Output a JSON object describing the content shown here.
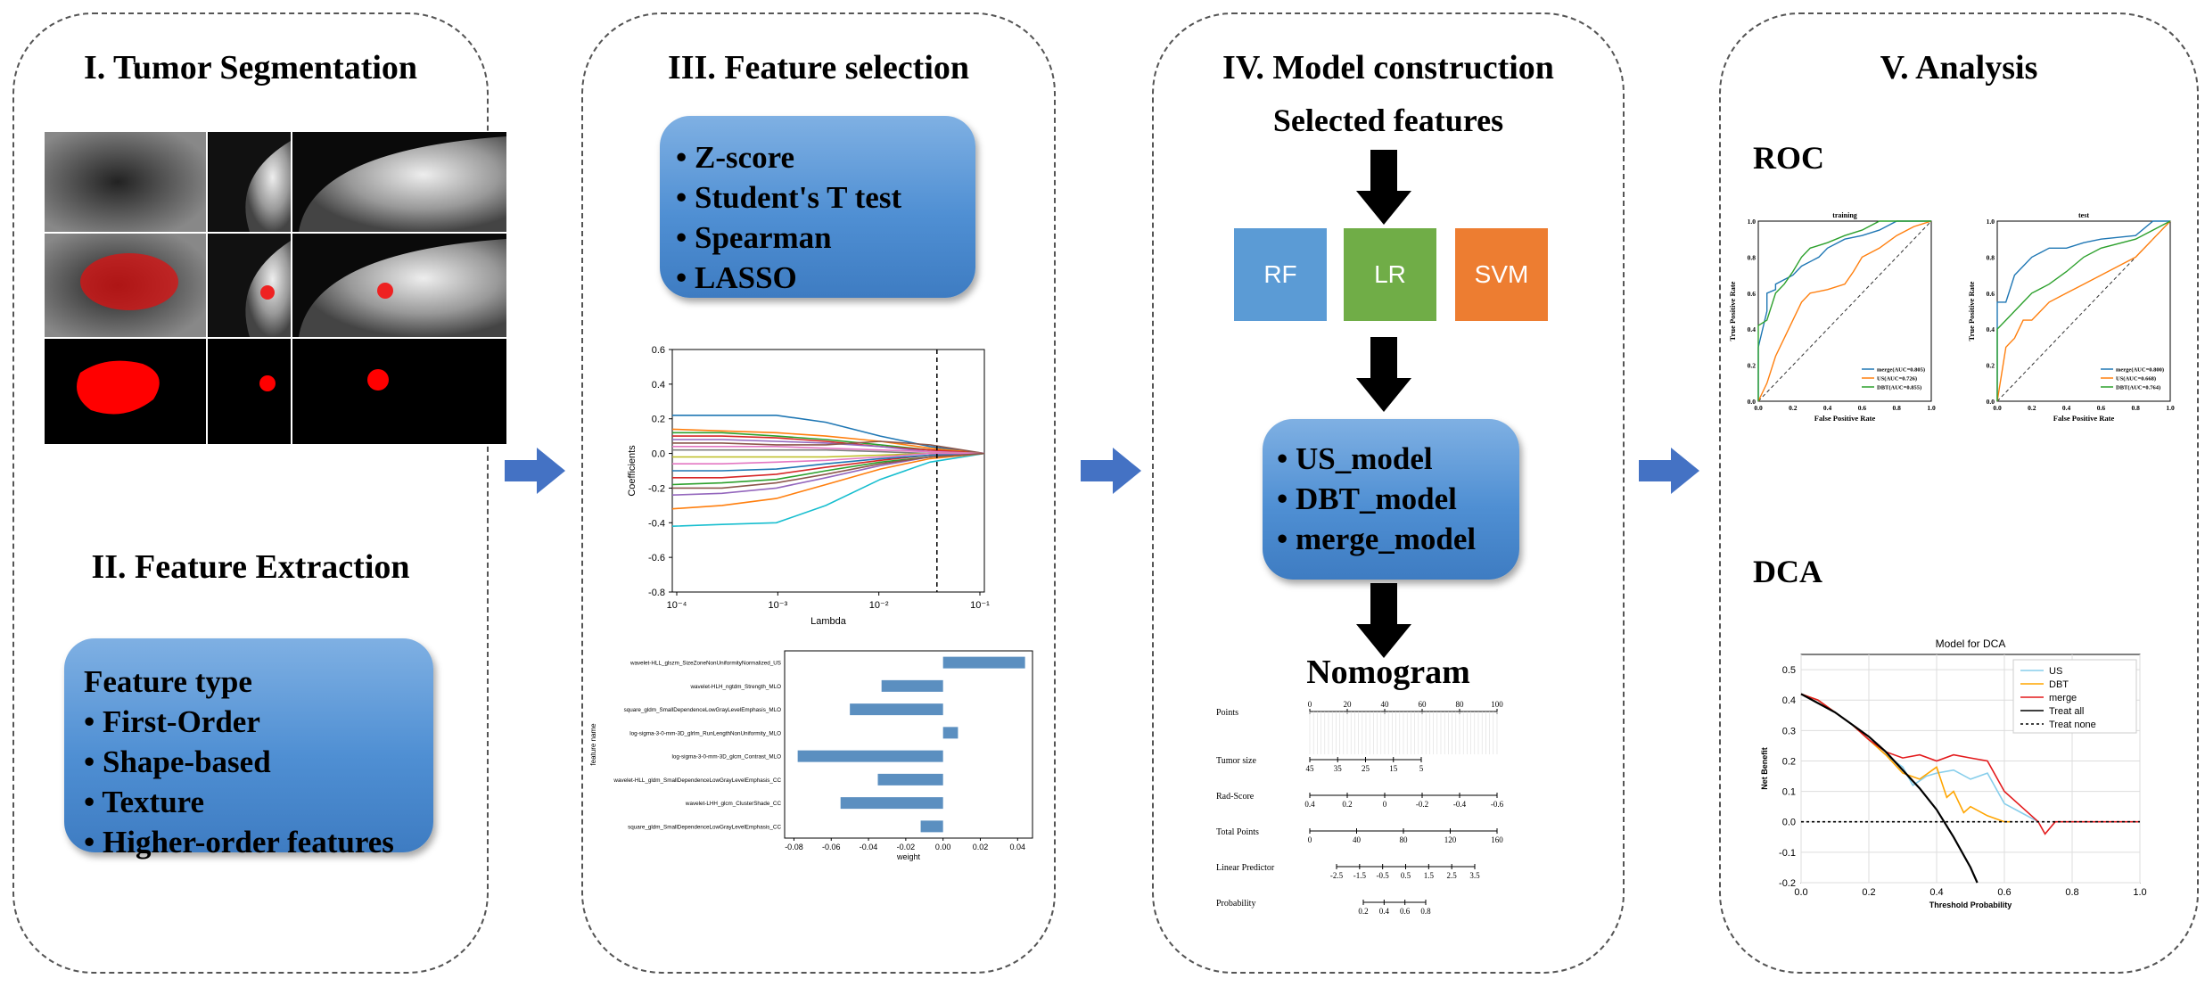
{
  "panels": {
    "p1_title": "I. Tumor Segmentation",
    "p2_title": "II. Feature Extraction",
    "p3_title": "III. Feature selection",
    "p4_title": "IV. Model construction",
    "p5_title": "V. Analysis"
  },
  "feature_extraction": {
    "items": [
      "Feature type",
      "• First-Order",
      "• Shape-based",
      "• Texture",
      "• Higher-order features"
    ]
  },
  "feature_selection": {
    "items": [
      "• Z-score",
      "• Student's T test",
      "• Spearman",
      "• LASSO"
    ]
  },
  "model_construction": {
    "selected_features": "Selected features",
    "models": [
      {
        "label": "RF",
        "color": "#5b9bd5"
      },
      {
        "label": "LR",
        "color": "#70ad47"
      },
      {
        "label": "SVM",
        "color": "#ed7d31"
      }
    ],
    "outputs": [
      "• US_model",
      "• DBT_model",
      "• merge_model"
    ],
    "nomogram_title": "Nomogram"
  },
  "analysis": {
    "roc_label": "ROC",
    "dca_label": "DCA"
  },
  "chart_data": [
    {
      "type": "line",
      "id": "lasso_path",
      "xlabel": "Lambda",
      "ylabel": "Coefficients",
      "xscale": "log",
      "xlim": [
        0.0001,
        0.1
      ],
      "ylim": [
        -0.8,
        0.6
      ],
      "yticks": [
        "0.6",
        "0.4",
        "0.2",
        "0.0",
        "-0.2",
        "-0.4",
        "-0.6",
        "-0.8"
      ],
      "xticks": [
        "10⁻⁴",
        "10⁻³",
        "10⁻²",
        "10⁻¹"
      ],
      "x": [
        0.0001,
        0.0003,
        0.001,
        0.003,
        0.01,
        0.03,
        0.1
      ],
      "selected_lambda": 0.035,
      "series": [
        {
          "color": "#1f77b4",
          "values": [
            0.22,
            0.22,
            0.22,
            0.18,
            0.1,
            0.04,
            0.0
          ]
        },
        {
          "color": "#ff7f0e",
          "values": [
            0.14,
            0.13,
            0.12,
            0.1,
            0.07,
            0.03,
            0.0
          ]
        },
        {
          "color": "#2ca02c",
          "values": [
            0.12,
            0.12,
            0.1,
            0.08,
            0.05,
            0.02,
            0.0
          ]
        },
        {
          "color": "#d62728",
          "values": [
            0.1,
            0.1,
            0.09,
            0.07,
            0.04,
            0.02,
            0.0
          ]
        },
        {
          "color": "#9467bd",
          "values": [
            0.08,
            0.08,
            0.07,
            0.06,
            0.04,
            0.01,
            0.0
          ]
        },
        {
          "color": "#8c564b",
          "values": [
            0.06,
            0.06,
            0.05,
            0.05,
            0.07,
            0.05,
            0.0
          ]
        },
        {
          "color": "#e377c2",
          "values": [
            0.04,
            0.04,
            0.04,
            0.03,
            0.02,
            0.01,
            0.0
          ]
        },
        {
          "color": "#7f7f7f",
          "values": [
            0.02,
            0.02,
            0.02,
            0.02,
            0.01,
            0.0,
            0.0
          ]
        },
        {
          "color": "#bcbd22",
          "values": [
            -0.02,
            -0.02,
            -0.02,
            -0.02,
            -0.01,
            0.0,
            0.0
          ]
        },
        {
          "color": "#17becf",
          "values": [
            -0.42,
            -0.41,
            -0.4,
            -0.3,
            -0.15,
            -0.05,
            0.0
          ]
        },
        {
          "color": "#ff7f0e",
          "values": [
            -0.32,
            -0.3,
            -0.26,
            -0.18,
            -0.09,
            -0.03,
            0.0
          ]
        },
        {
          "color": "#9467bd",
          "values": [
            -0.24,
            -0.23,
            -0.2,
            -0.14,
            -0.07,
            -0.02,
            0.0
          ]
        },
        {
          "color": "#2ca02c",
          "values": [
            -0.18,
            -0.17,
            -0.15,
            -0.1,
            -0.05,
            -0.02,
            0.0
          ]
        },
        {
          "color": "#d62728",
          "values": [
            -0.14,
            -0.14,
            -0.12,
            -0.08,
            -0.04,
            -0.01,
            0.0
          ]
        },
        {
          "color": "#1f77b4",
          "values": [
            -0.1,
            -0.1,
            -0.09,
            -0.06,
            -0.03,
            -0.01,
            0.0
          ]
        },
        {
          "color": "#e377c2",
          "values": [
            -0.06,
            -0.06,
            -0.05,
            -0.04,
            -0.02,
            0.0,
            0.0
          ]
        },
        {
          "color": "#8c564b",
          "values": [
            -0.2,
            -0.2,
            -0.17,
            -0.12,
            -0.06,
            -0.02,
            0.0
          ]
        }
      ]
    },
    {
      "type": "bar",
      "id": "feature_weights",
      "orientation": "horizontal",
      "xlabel": "weight",
      "ylabel": "feature name",
      "xlim": [
        -0.085,
        0.048
      ],
      "xticks": [
        "-0.08",
        "-0.06",
        "-0.04",
        "-0.02",
        "0.00",
        "0.02",
        "0.04"
      ],
      "categories": [
        "wavelet-HLL_glszm_SizeZoneNonUniformityNormalized_US",
        "wavelet-HLH_ngtdm_Strength_MLO",
        "square_gldm_SmallDependenceLowGrayLevelEmphasis_MLO",
        "log-sigma-3-0-mm-3D_glrlm_RunLengthNonUniformity_MLO",
        "log-sigma-3-0-mm-3D_glcm_Contrast_MLO",
        "wavelet-HLL_gldm_SmallDependenceLowGrayLevelEmphasis_CC",
        "wavelet-LHH_glcm_ClusterShade_CC",
        "square_gldm_SmallDependenceLowGrayLevelEmphasis_CC"
      ],
      "values": [
        0.044,
        -0.033,
        -0.05,
        0.008,
        -0.078,
        -0.035,
        -0.055,
        -0.012
      ]
    },
    {
      "type": "line",
      "id": "roc_training",
      "title": "training",
      "xlabel": "False Positive Rate",
      "ylabel": "True Positive Rate",
      "xlim": [
        0,
        1
      ],
      "ylim": [
        0,
        1
      ],
      "ticks": [
        "0.0",
        "0.2",
        "0.4",
        "0.6",
        "0.8",
        "1.0"
      ],
      "series": [
        {
          "name": "merge(AUC=0.805)",
          "color": "#1f77b4",
          "x": [
            0,
            0,
            0.05,
            0.05,
            0.1,
            0.1,
            0.2,
            0.25,
            0.35,
            0.4,
            0.5,
            0.6,
            0.7,
            0.8,
            0.9,
            1
          ],
          "y": [
            0,
            0.3,
            0.5,
            0.6,
            0.62,
            0.65,
            0.7,
            0.75,
            0.8,
            0.85,
            0.9,
            0.92,
            0.95,
            1,
            1,
            1
          ]
        },
        {
          "name": "US(AUC=0.726)",
          "color": "#ff7f0e",
          "x": [
            0,
            0.05,
            0.1,
            0.15,
            0.2,
            0.25,
            0.3,
            0.4,
            0.5,
            0.55,
            0.6,
            0.7,
            0.8,
            0.9,
            1
          ],
          "y": [
            0,
            0.1,
            0.25,
            0.35,
            0.45,
            0.55,
            0.6,
            0.62,
            0.65,
            0.72,
            0.8,
            0.85,
            0.92,
            0.97,
            1
          ]
        },
        {
          "name": "DBT(AUC=0.855)",
          "color": "#2ca02c",
          "x": [
            0,
            0,
            0.05,
            0.1,
            0.15,
            0.2,
            0.25,
            0.3,
            0.4,
            0.5,
            0.6,
            0.7,
            0.8,
            1
          ],
          "y": [
            0,
            0.42,
            0.45,
            0.6,
            0.65,
            0.72,
            0.8,
            0.85,
            0.88,
            0.92,
            0.95,
            1,
            1,
            1
          ]
        }
      ]
    },
    {
      "type": "line",
      "id": "roc_test",
      "title": "test",
      "xlabel": "False Positive Rate",
      "ylabel": "True Positive Rate",
      "xlim": [
        0,
        1
      ],
      "ylim": [
        0,
        1
      ],
      "ticks": [
        "0.0",
        "0.2",
        "0.4",
        "0.6",
        "0.8",
        "1.0"
      ],
      "series": [
        {
          "name": "merge(AUC=0.800)",
          "color": "#1f77b4",
          "x": [
            0,
            0,
            0.05,
            0.1,
            0.15,
            0.2,
            0.3,
            0.4,
            0.5,
            0.6,
            0.8,
            0.9,
            1
          ],
          "y": [
            0,
            0.55,
            0.55,
            0.7,
            0.75,
            0.8,
            0.85,
            0.85,
            0.88,
            0.9,
            0.92,
            1,
            1
          ]
        },
        {
          "name": "US(AUC=0.668)",
          "color": "#ff7f0e",
          "x": [
            0,
            0.05,
            0.1,
            0.15,
            0.2,
            0.3,
            0.4,
            0.5,
            0.6,
            0.7,
            0.8,
            0.9,
            1
          ],
          "y": [
            0,
            0.3,
            0.35,
            0.45,
            0.45,
            0.55,
            0.6,
            0.65,
            0.7,
            0.75,
            0.8,
            0.9,
            1
          ]
        },
        {
          "name": "DBT(AUC=0.764)",
          "color": "#2ca02c",
          "x": [
            0,
            0,
            0.05,
            0.1,
            0.15,
            0.2,
            0.3,
            0.4,
            0.5,
            0.6,
            0.8,
            0.9,
            1
          ],
          "y": [
            0,
            0.4,
            0.45,
            0.5,
            0.55,
            0.6,
            0.65,
            0.72,
            0.8,
            0.85,
            0.9,
            0.95,
            1
          ]
        }
      ]
    },
    {
      "type": "line",
      "id": "dca",
      "title": "Model for DCA",
      "xlabel": "Threshold Probability",
      "ylabel": "Net Benefit",
      "xlim": [
        0,
        1
      ],
      "ylim": [
        -0.2,
        0.55
      ],
      "xticks": [
        "0.0",
        "0.2",
        "0.4",
        "0.6",
        "0.8",
        "1.0"
      ],
      "yticks": [
        "0.5",
        "0.4",
        "0.3",
        "0.2",
        "0.1",
        "0.0",
        "-0.1",
        "-0.2"
      ],
      "series": [
        {
          "name": "US",
          "color": "#87ceeb",
          "x": [
            0,
            0.05,
            0.1,
            0.15,
            0.2,
            0.25,
            0.3,
            0.33,
            0.37,
            0.4,
            0.45,
            0.5,
            0.55,
            0.6,
            0.65,
            0.7
          ],
          "y": [
            0.42,
            0.4,
            0.36,
            0.32,
            0.27,
            0.22,
            0.18,
            0.12,
            0.15,
            0.16,
            0.17,
            0.14,
            0.16,
            0.06,
            0.03,
            0.0
          ]
        },
        {
          "name": "DBT",
          "color": "#ffa500",
          "x": [
            0,
            0.05,
            0.1,
            0.15,
            0.2,
            0.25,
            0.3,
            0.35,
            0.4,
            0.43,
            0.45,
            0.48,
            0.5,
            0.55,
            0.6,
            0.62
          ],
          "y": [
            0.42,
            0.4,
            0.36,
            0.32,
            0.27,
            0.22,
            0.16,
            0.14,
            0.18,
            0.08,
            0.1,
            0.03,
            0.05,
            0.02,
            0.0,
            0.0
          ]
        },
        {
          "name": "merge",
          "color": "#e31a1c",
          "x": [
            0,
            0.05,
            0.1,
            0.15,
            0.2,
            0.25,
            0.3,
            0.35,
            0.4,
            0.45,
            0.5,
            0.55,
            0.6,
            0.65,
            0.7,
            0.72,
            0.75,
            1
          ],
          "y": [
            0.42,
            0.4,
            0.36,
            0.32,
            0.27,
            0.23,
            0.21,
            0.22,
            0.2,
            0.22,
            0.21,
            0.2,
            0.1,
            0.05,
            0.0,
            -0.04,
            0.0,
            0.0
          ]
        },
        {
          "name": "Treat all",
          "color": "#000000",
          "x": [
            0,
            0.05,
            0.1,
            0.15,
            0.2,
            0.25,
            0.3,
            0.35,
            0.4,
            0.45,
            0.5,
            0.52
          ],
          "y": [
            0.42,
            0.39,
            0.36,
            0.32,
            0.28,
            0.23,
            0.17,
            0.11,
            0.04,
            -0.05,
            -0.15,
            -0.2
          ]
        },
        {
          "name": "Treat none",
          "color": "#000000",
          "dashed": true,
          "x": [
            0,
            1
          ],
          "y": [
            0,
            0
          ]
        }
      ]
    },
    {
      "type": "table",
      "id": "nomogram",
      "rows": [
        {
          "label": "Points",
          "ticks": [
            "0",
            "20",
            "40",
            "60",
            "80",
            "100"
          ]
        },
        {
          "label": "Tumor size",
          "ticks": [
            "45",
            "35",
            "25",
            "15",
            "5"
          ]
        },
        {
          "label": "Rad-Score",
          "ticks": [
            "0.4",
            "0.2",
            "0",
            "-0.2",
            "-0.4",
            "-0.6"
          ]
        },
        {
          "label": "Total Points",
          "ticks": [
            "0",
            "40",
            "80",
            "120",
            "160"
          ]
        },
        {
          "label": "Linear Predictor",
          "ticks": [
            "-2.5",
            "-1.5",
            "-0.5",
            "0.5",
            "1.5",
            "2.5",
            "3.5"
          ]
        },
        {
          "label": "Probability",
          "ticks": [
            "0.2",
            "0.4",
            "0.6",
            "0.8"
          ]
        }
      ]
    }
  ]
}
